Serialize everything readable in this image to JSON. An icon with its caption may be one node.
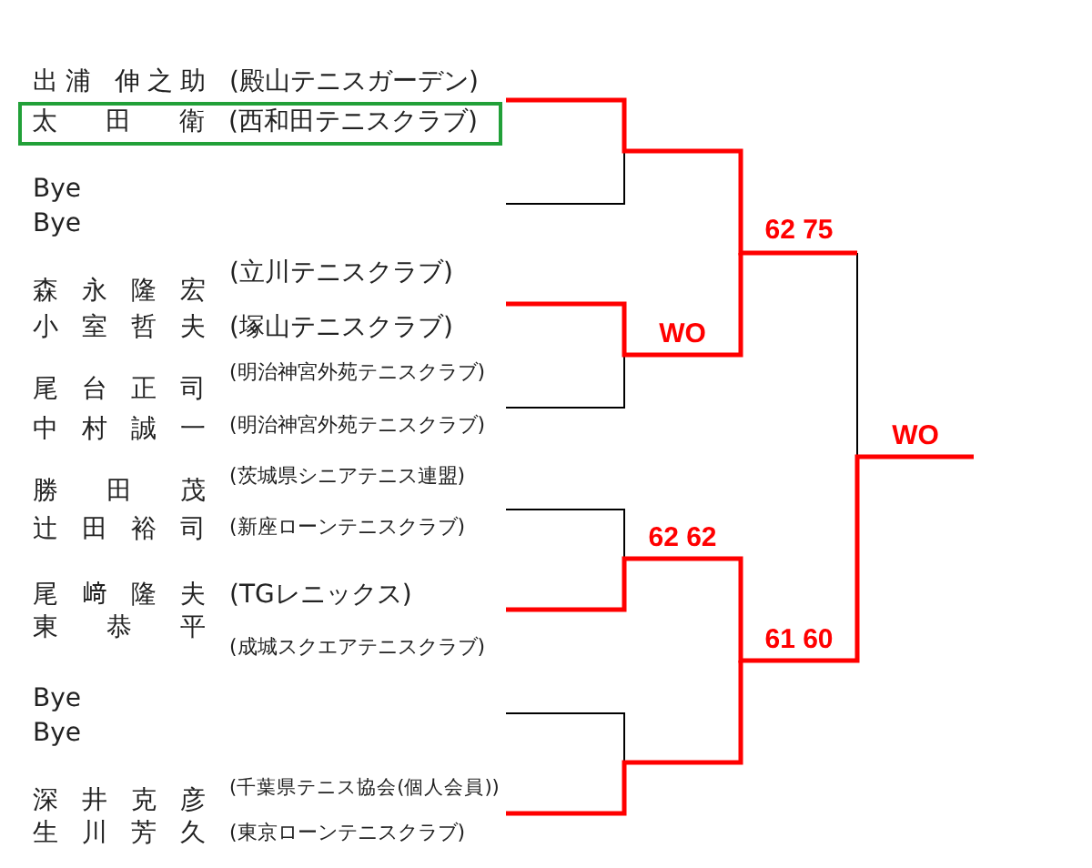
{
  "diagram": {
    "nodes": [
      {
        "text": [
          "出浦 伸之助",
          "(殿山テニスガーデン)"
        ]
      },
      {
        "text": [
          "太 田 衛",
          "(西和田テニスクラブ)"
        ]
      },
      {
        "text": [
          "Bye"
        ]
      },
      {
        "text": [
          "Bye"
        ]
      },
      {
        "text": [
          "森 永 隆 宏",
          "(立川テニスクラブ)"
        ]
      },
      {
        "text": [
          "小 室 哲 夫",
          "(塚山テニスクラブ)"
        ]
      },
      {
        "text": [
          "尾 台 正 司",
          "(明治神宮外苑テニスクラブ)"
        ]
      },
      {
        "text": [
          "中 村 誠 一",
          "(明治神宮外苑テニスクラブ)"
        ]
      },
      {
        "text": [
          "勝 田 茂",
          "(茨城県シニアテニス連盟)"
        ]
      },
      {
        "text": [
          "辻 田 裕 司",
          "(新座ローンテニスクラブ)"
        ]
      },
      {
        "text": [
          "尾 﨑 隆 夫",
          "(TGレニックス)"
        ]
      },
      {
        "text": [
          "東 恭 平",
          "(成城スクエアテニスクラブ)"
        ]
      },
      {
        "text": [
          "Bye"
        ]
      },
      {
        "text": [
          "Bye"
        ]
      },
      {
        "text": [
          "深 井 克 彦",
          "(千葉県テニス協会(個人会員))"
        ]
      },
      {
        "text": [
          "生 川 芳 久",
          "(東京ローンテニスクラブ)"
        ]
      }
    ],
    "labels": [
      "62 75",
      "WO",
      "62 62",
      "61 60",
      "WO"
    ]
  }
}
